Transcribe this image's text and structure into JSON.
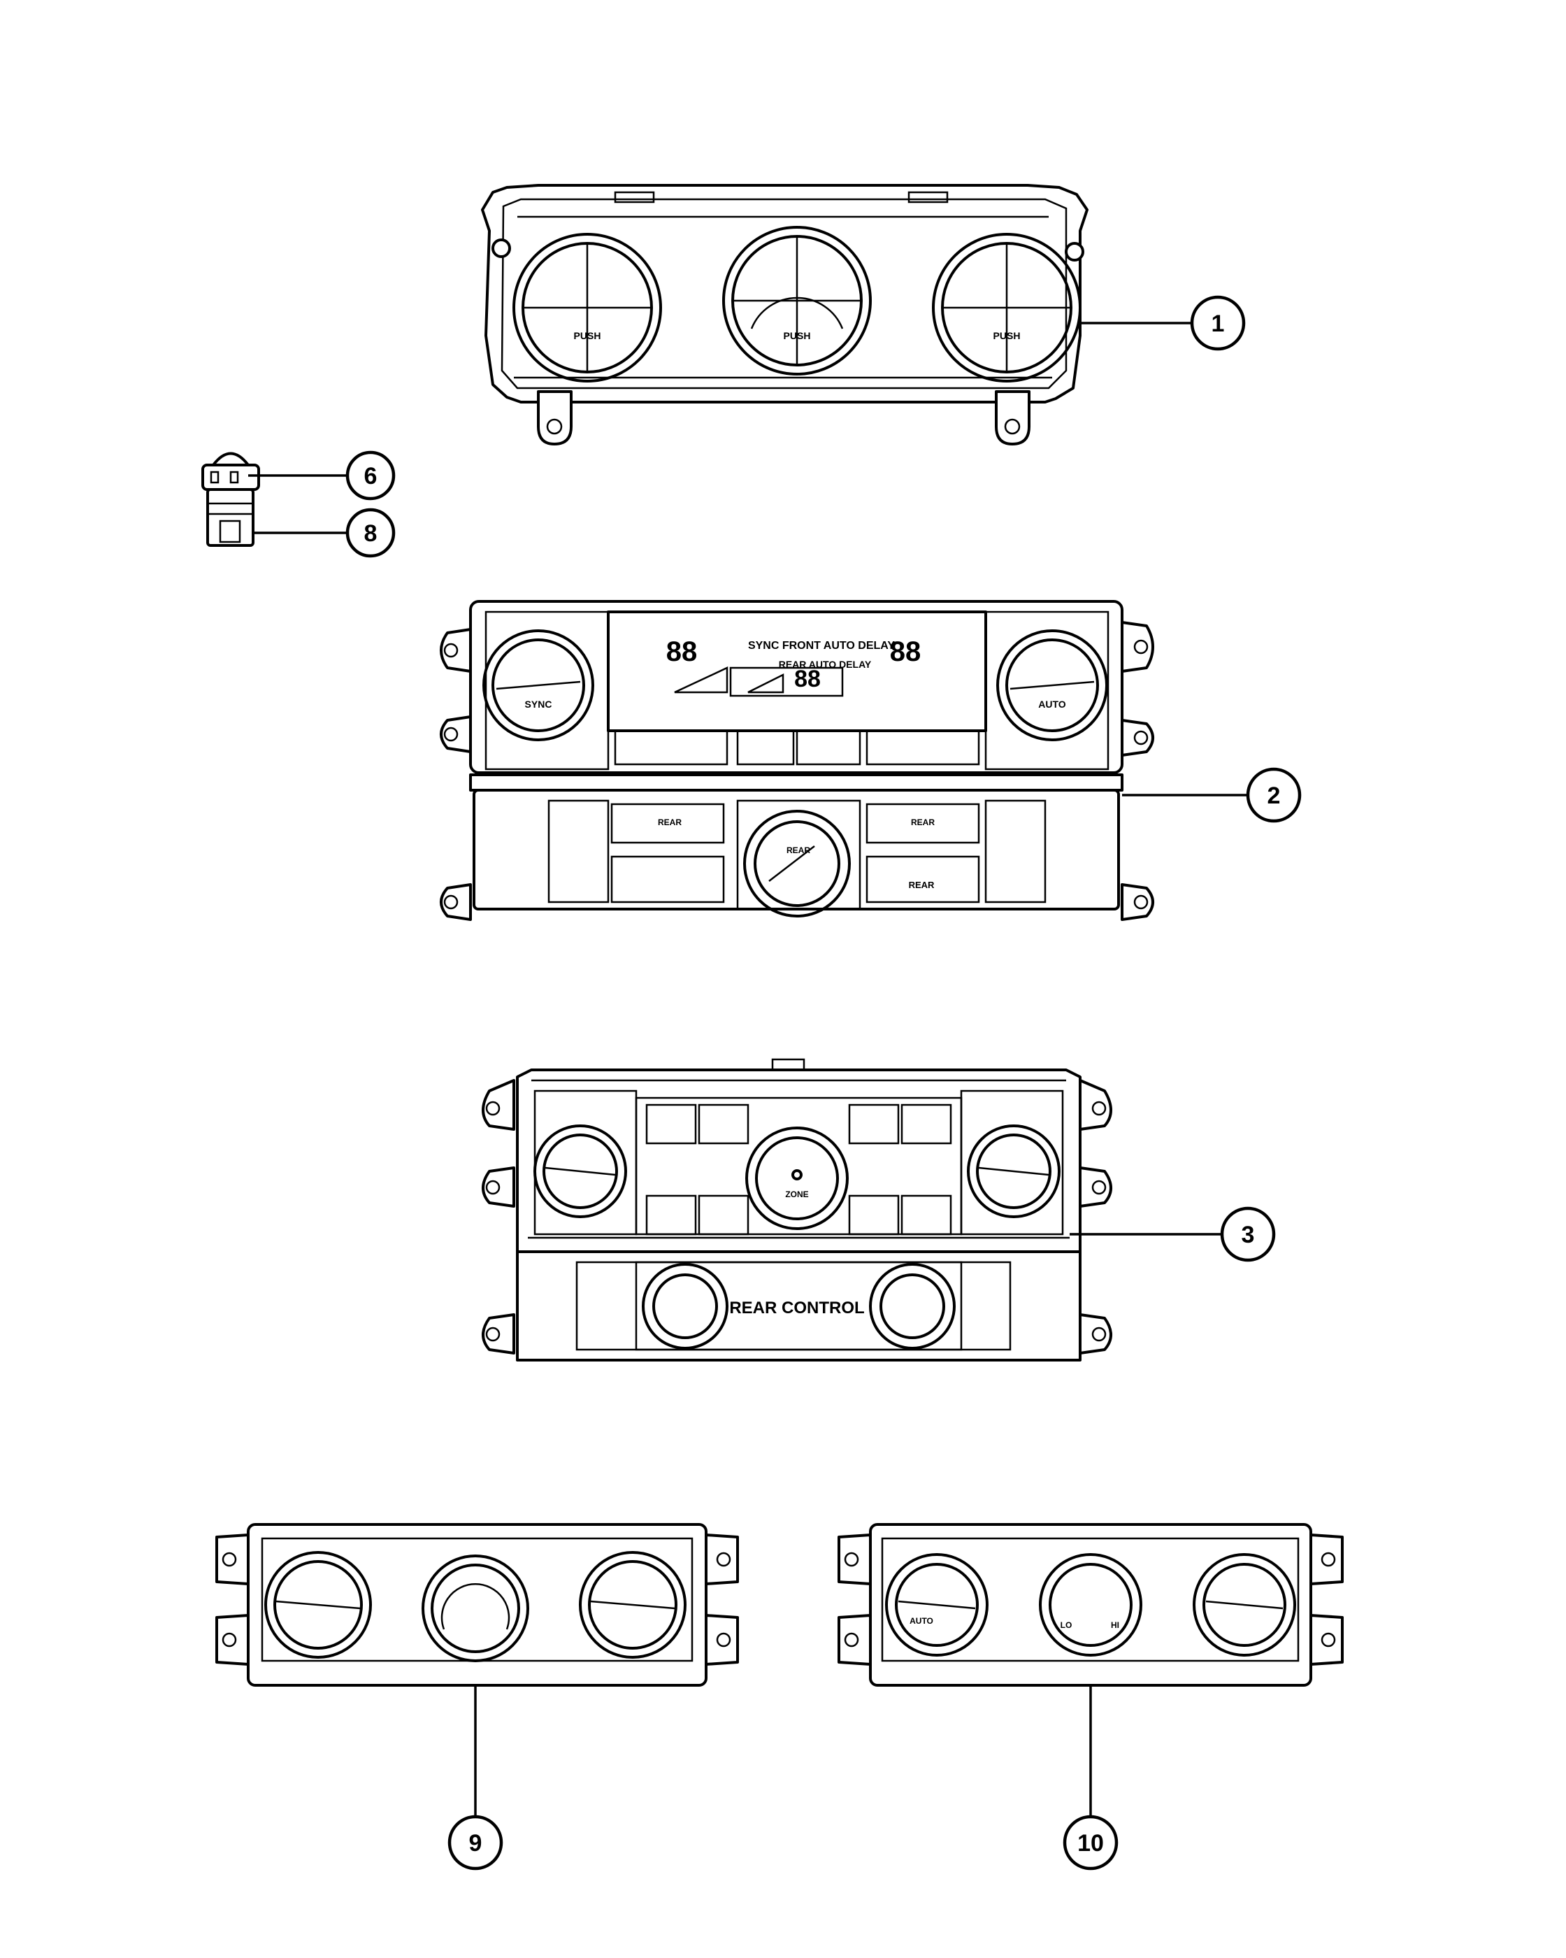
{
  "callouts": [
    {
      "label": "1"
    },
    {
      "label": "6"
    },
    {
      "label": "8"
    },
    {
      "label": "2"
    },
    {
      "label": "3"
    },
    {
      "label": "9"
    },
    {
      "label": "10"
    }
  ],
  "panel_labels": {
    "p1_knob1": "PUSH",
    "p1_knob2": "PUSH",
    "p1_knob3": "PUSH",
    "p2_sync_knob": "SYNC",
    "p2_auto_knob": "AUTO",
    "p2_display_line1": "SYNC  FRONT AUTO DELAY",
    "p2_display_line2": "REAR AUTO DELAY",
    "p2_digits": "88",
    "p2_rear_knob": "REAR",
    "p2_rear_btn_left": "REAR",
    "p2_rear_btn_right": "REAR",
    "p2_rear_label": "REAR",
    "p3_center_knob": "ZONE",
    "p3_rear_control": "REAR CONTROL",
    "p10_left_knob": "AUTO",
    "p10_mid_lo": "LO",
    "p10_mid_hi": "HI"
  }
}
